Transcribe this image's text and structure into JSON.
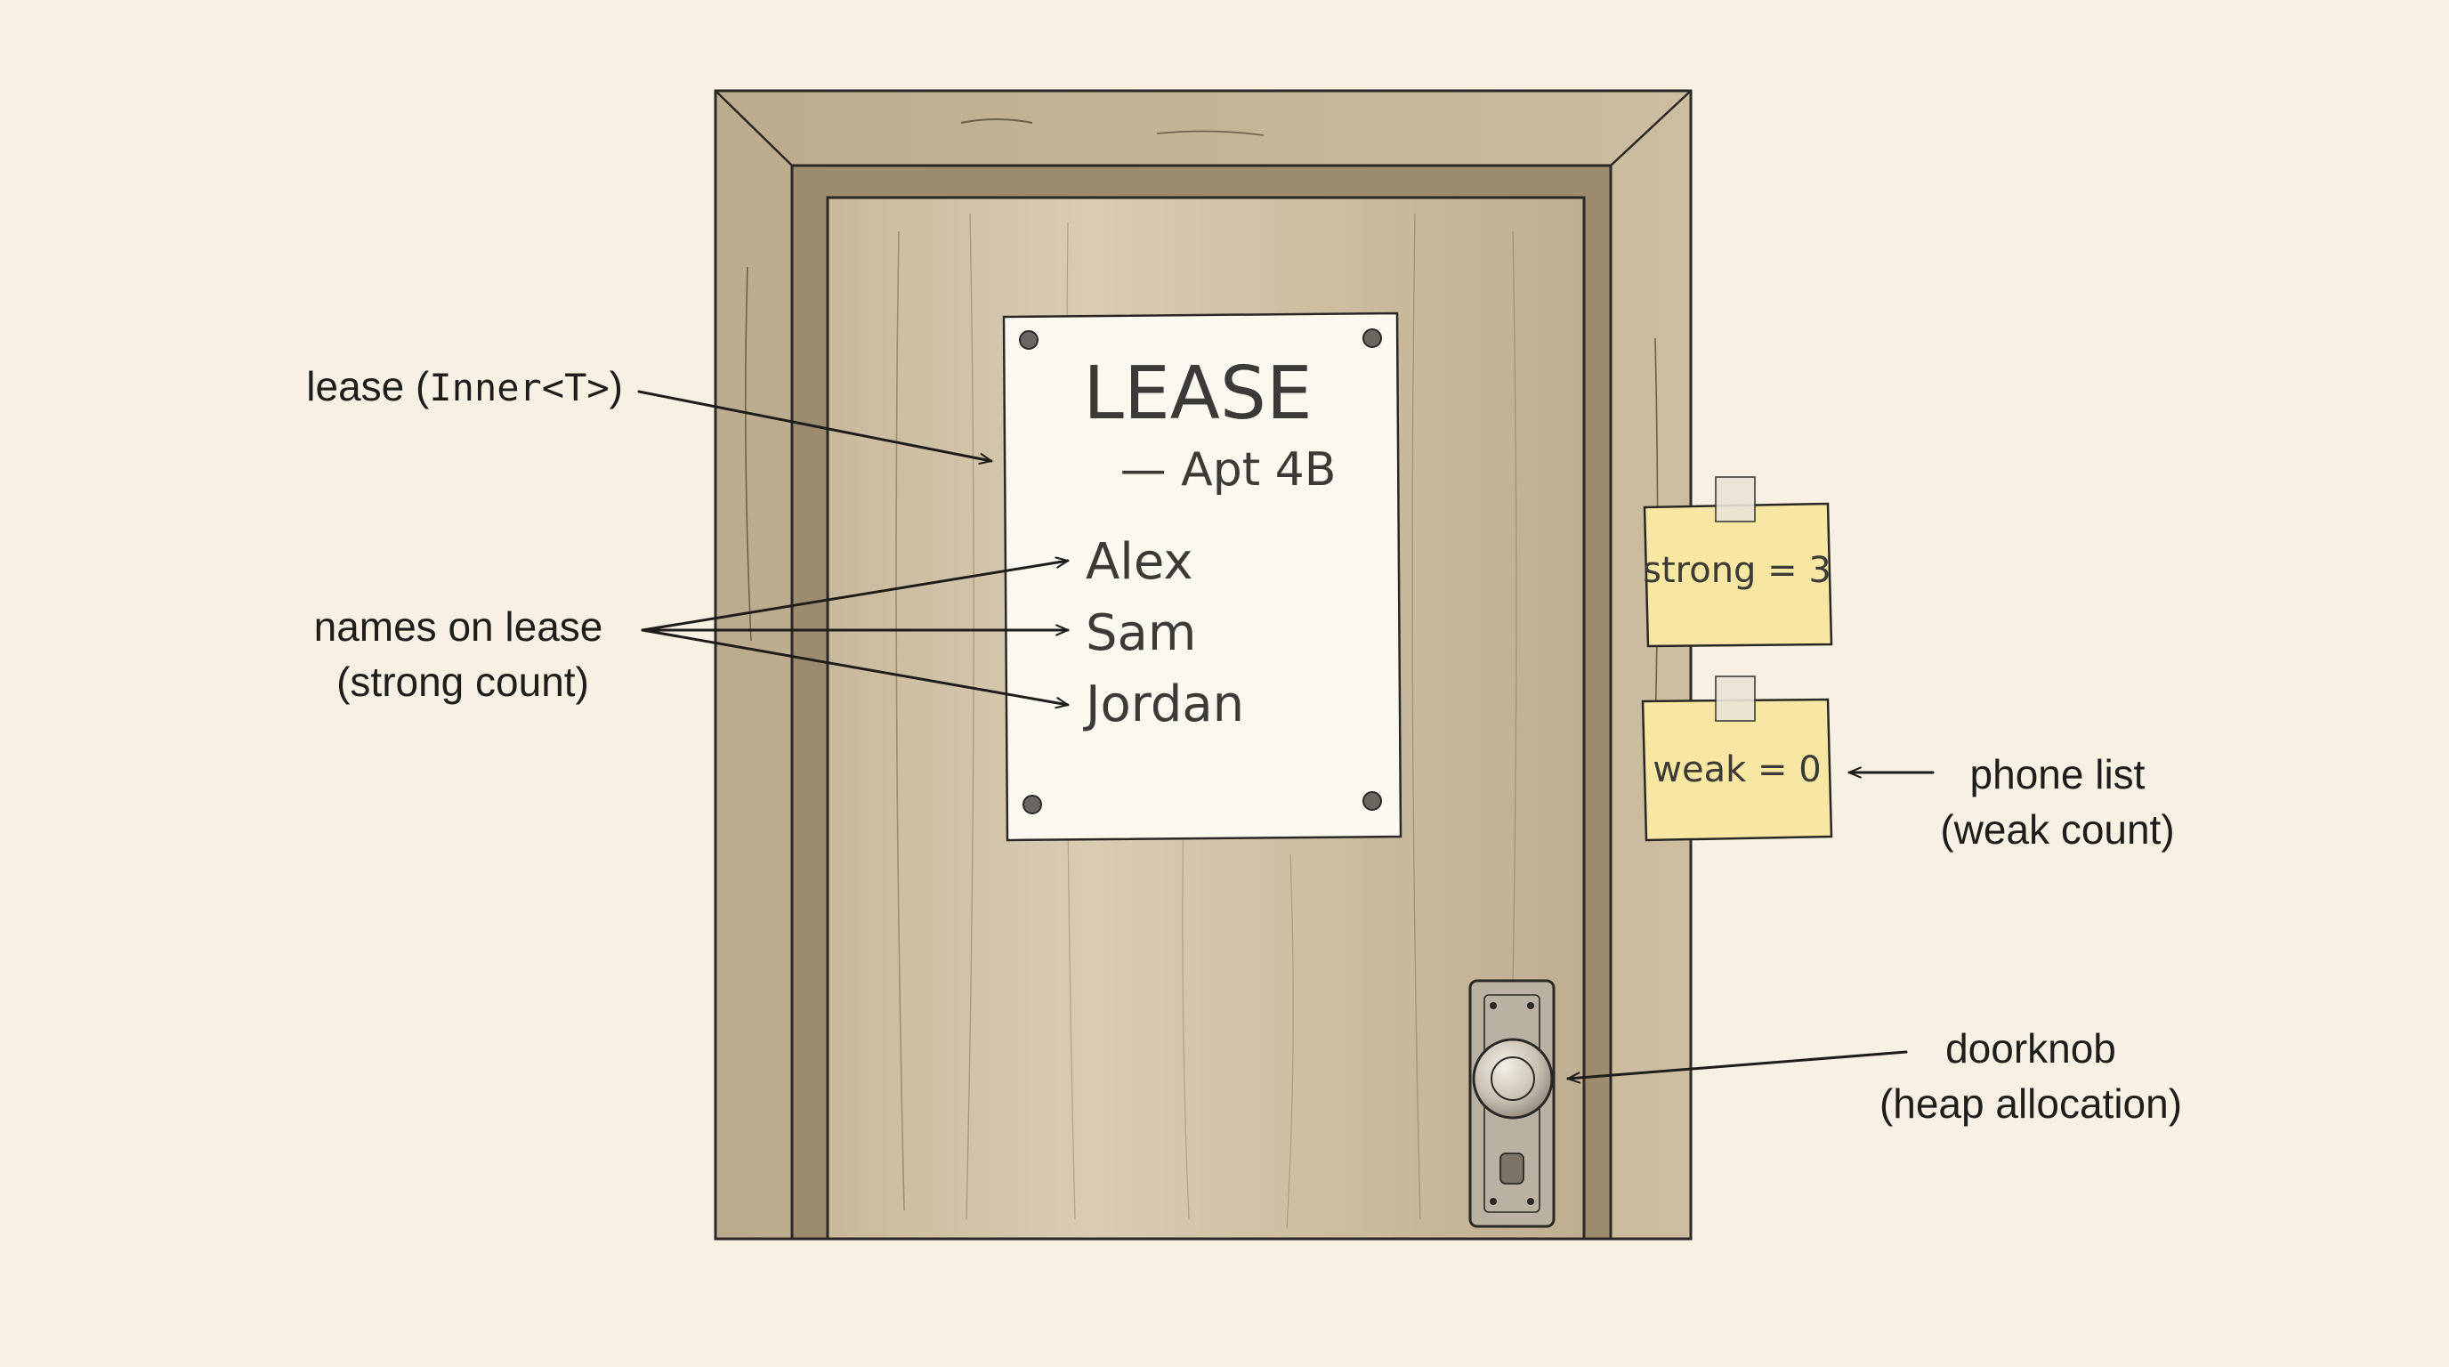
{
  "lease_sign": {
    "title": "LEASE",
    "subtitle": "— Apt 4B",
    "names": [
      "Alex",
      "Sam",
      "Jordan"
    ]
  },
  "sticky_notes": {
    "strong": "strong = 3",
    "weak": "weak = 0"
  },
  "labels": {
    "lease": {
      "prefix": "lease (",
      "code": "Inner<T>",
      "suffix": ")"
    },
    "names_on_lease": {
      "line1": "names on lease",
      "line2": "(strong count)"
    },
    "phone_list": {
      "line1": "phone list",
      "line2": "(weak count)"
    },
    "doorknob": {
      "line1": "doorknob",
      "line2": "(heap allocation)"
    }
  },
  "colors": {
    "background": "#f8f1e3",
    "door": "#cfc0a6",
    "frame": "#c4b497",
    "paper": "#fbf8ef",
    "sticky": "#f7e7a2",
    "ink": "#2a2826"
  },
  "icons": [
    "pushpin-icon",
    "tape-icon",
    "doorknob-icon",
    "arrow-icon"
  ]
}
